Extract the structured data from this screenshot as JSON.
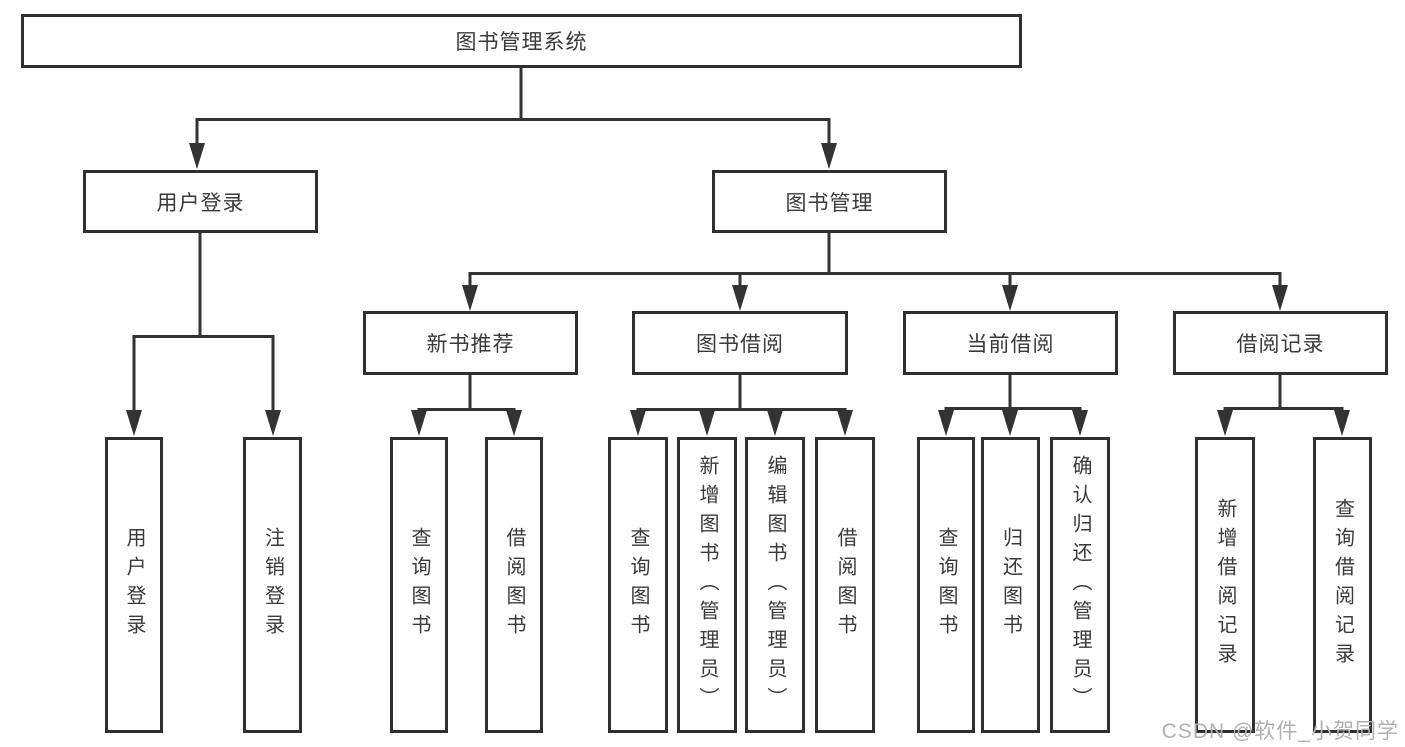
{
  "diagram": {
    "title": "图书管理系统",
    "branches": [
      {
        "label": "用户登录",
        "children": [
          {
            "label": "用户登录"
          },
          {
            "label": "注销登录"
          }
        ]
      },
      {
        "label": "图书管理",
        "children": [
          {
            "label": "新书推荐",
            "children": [
              {
                "label": "查询图书"
              },
              {
                "label": "借阅图书"
              }
            ]
          },
          {
            "label": "图书借阅",
            "children": [
              {
                "label": "查询图书"
              },
              {
                "label": "新增图书（管理员）"
              },
              {
                "label": "编辑图书（管理员）"
              },
              {
                "label": "借阅图书"
              }
            ]
          },
          {
            "label": "当前借阅",
            "children": [
              {
                "label": "查询图书"
              },
              {
                "label": "归还图书"
              },
              {
                "label": "确认归还（管理员）"
              }
            ]
          },
          {
            "label": "借阅记录",
            "children": [
              {
                "label": "新增借阅记录"
              },
              {
                "label": "查询借阅记录"
              }
            ]
          }
        ]
      }
    ]
  },
  "watermark": {
    "text": "CSDN @软件_小贺同学"
  },
  "colors": {
    "line": "#333333",
    "box_border": "#2f2f2f",
    "box_fill": "#ffffff",
    "text": "#3a3a3a",
    "background": "#ffffff",
    "watermark": "#b0b0b0"
  }
}
